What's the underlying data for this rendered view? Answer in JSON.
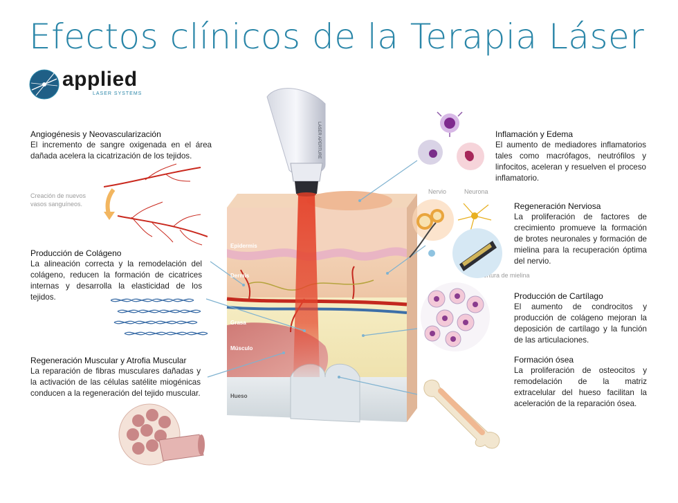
{
  "title": "Efectos clínicos de la Terapia Láser",
  "logo": {
    "name": "applied",
    "subtitle": "LASER SYSTEMS"
  },
  "device_label": "LASER APERTURE",
  "sections": {
    "angiogenesis": {
      "heading": "Angiogénesis y Neovascularización",
      "body": "El incremento de sangre oxigenada en el área dañada acelera la cicatrización de los tejidos.",
      "note": "Creación de nuevos vasos sanguíneos."
    },
    "collagen": {
      "heading": "Producción de Colágeno",
      "body": "La alineación correcta y la remodelación del colágeno, reducen la formación de cicatrices internas y desarrolla la elasticidad de los tejidos."
    },
    "muscle": {
      "heading": "Regeneración Muscular y Atrofia Muscular",
      "body": "La reparación de fibras musculares dañadas y la activación de las células satélite miogénicas conducen a la regeneración del tejido muscular."
    },
    "inflammation": {
      "heading": "Inflamación y Edema",
      "body": "El aumento de mediadores inflamatorios tales como macrófagos, neutrófilos y linfocitos, aceleran y resuelven el proceso inflamatorio."
    },
    "nerve": {
      "heading": "Regeneración Nerviosa",
      "body": "La proliferación de factores de crecimiento promueve la formación de brotes neuronales y formación de mielina para la recuperación óptima del nervio.",
      "label_nerve": "Nervio",
      "label_neuron": "Neurona",
      "label_myelin": "Cobertura de mielina"
    },
    "cartilage": {
      "heading": "Producción de Cartílago",
      "body": "El aumento de condrocitos y producción de colágeno mejoran la deposición de cartílago y la función de las articulaciones."
    },
    "bone": {
      "heading": "Formación ósea",
      "body": "La proliferación de osteocitos y remodelación de la matriz extracelular del hueso facilitan la aceleración de la reparación ósea."
    }
  },
  "layers": {
    "epidermis": "Epidermis",
    "dermis": "Dermis",
    "fat": "Grasa",
    "muscle": "Músculo",
    "bone": "Hueso"
  },
  "colors": {
    "title": "#2a86a8",
    "laser": "#d9402a",
    "pointer_lines": "#7fb2d0"
  }
}
